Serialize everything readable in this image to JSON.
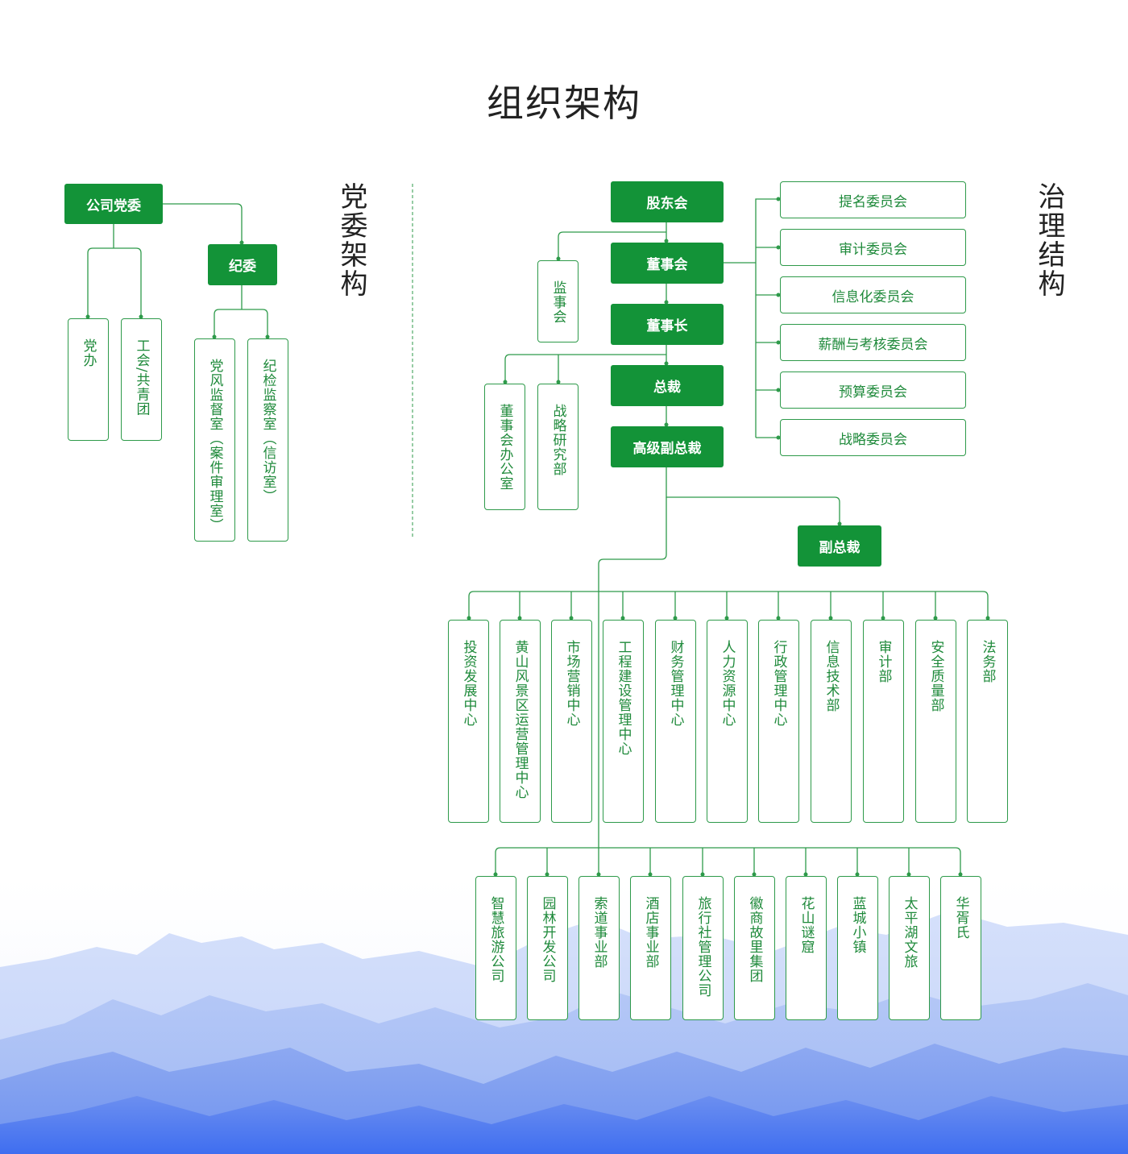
{
  "title": "组织架构",
  "sections": {
    "party": "党委架构",
    "governance": "治理结构"
  },
  "party": {
    "company_party_committee": "公司党委",
    "discipline_committee": "纪委",
    "party_office": "党办",
    "union_youth_league": "工会/共青团",
    "conduct_supervision_office": "党风监督室（案件审理室）",
    "discipline_inspection_office": "纪检监察室（信访室）"
  },
  "governance": {
    "shareholders_meeting": "股东会",
    "board_of_directors": "董事会",
    "chairman": "董事长",
    "president": "总裁",
    "senior_vp": "高级副总裁",
    "vp": "副总裁",
    "supervisory_board": "监事会",
    "board_office": "董事会办公室",
    "strategy_research_dept": "战略研究部",
    "committees": [
      "提名委员会",
      "审计委员会",
      "信息化委员会",
      "薪酬与考核委员会",
      "预算委员会",
      "战略委员会"
    ],
    "departments": [
      "投资发展中心",
      "黄山风景区运营管理中心",
      "市场营销中心",
      "工程建设管理中心",
      "财务管理中心",
      "人力资源中心",
      "行政管理中心",
      "信息技术部",
      "审计部",
      "安全质量部",
      "法务部"
    ],
    "subsidiaries": [
      "智慧旅游公司",
      "园林开发公司",
      "索道事业部",
      "酒店事业部",
      "旅行社管理公司",
      "徽商故里集团",
      "花山谜窟",
      "蓝城小镇",
      "太平湖文旅",
      "华胥氏"
    ]
  },
  "colors": {
    "primary_green": "#139338",
    "line_green": "#2e9a4a",
    "mountain_blue": "#5b86f0"
  }
}
